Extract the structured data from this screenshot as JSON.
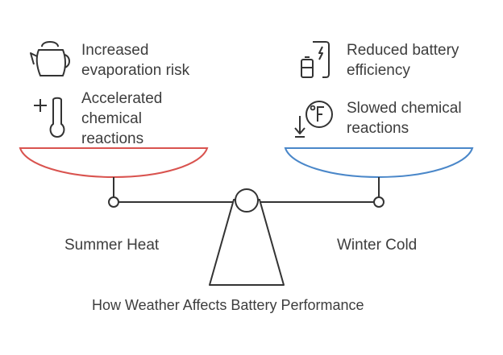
{
  "title": "How Weather Affects Battery Performance",
  "left": {
    "label": "Summer Heat",
    "pan_color": "#d9534f",
    "items": [
      {
        "icon": "kettle-icon",
        "lines": [
          "Increased",
          "evaporation risk"
        ]
      },
      {
        "icon": "thermometer-plus-icon",
        "lines": [
          "Accelerated",
          "chemical",
          "reactions"
        ]
      }
    ]
  },
  "right": {
    "label": "Winter Cold",
    "pan_color": "#4a87c9",
    "items": [
      {
        "icon": "low-battery-phone-icon",
        "lines": [
          "Reduced battery",
          "efficiency"
        ]
      },
      {
        "icon": "fahrenheit-down-icon",
        "lines": [
          "Slowed chemical",
          "reactions"
        ]
      }
    ]
  }
}
